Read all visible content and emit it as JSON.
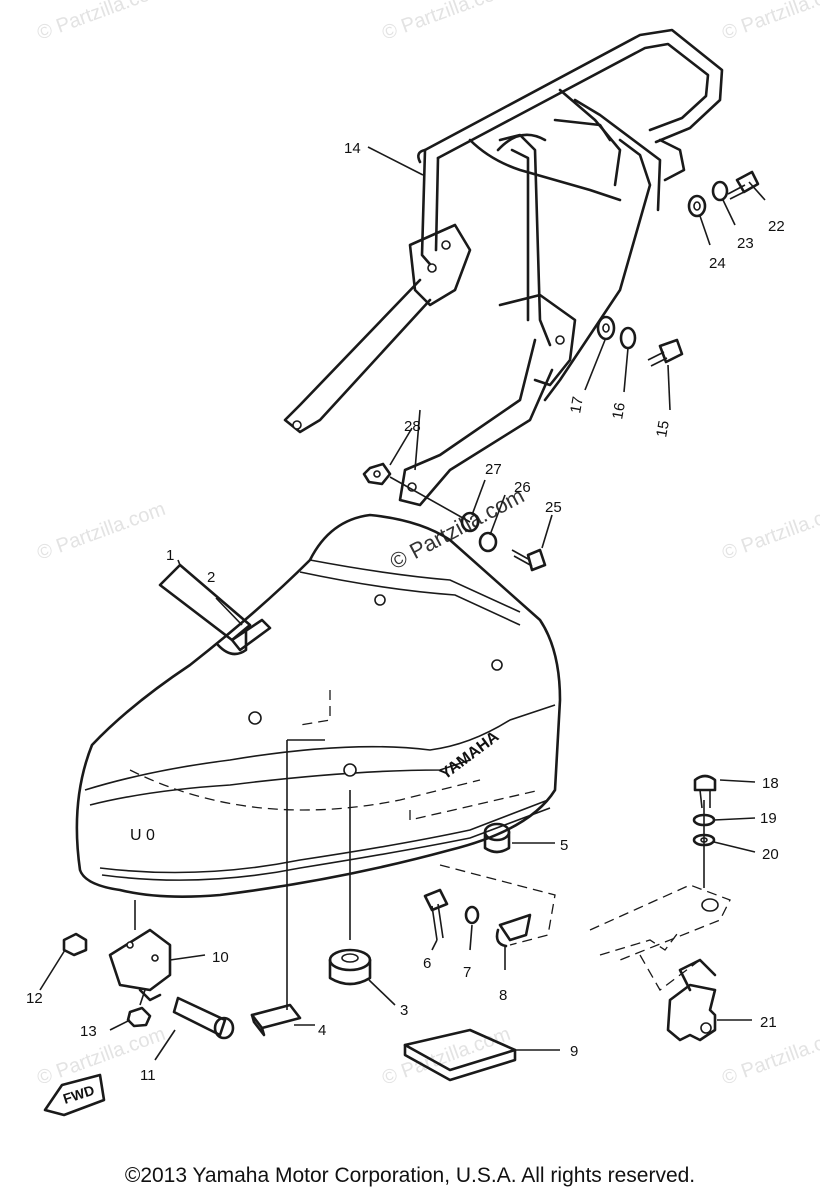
{
  "watermark": {
    "text": "© Partzilla.com",
    "center_text": "© Partzilla.com"
  },
  "callouts": [
    {
      "id": "1",
      "label": "1"
    },
    {
      "id": "2",
      "label": "2"
    },
    {
      "id": "3",
      "label": "3"
    },
    {
      "id": "4",
      "label": "4"
    },
    {
      "id": "5",
      "label": "5"
    },
    {
      "id": "6",
      "label": "6"
    },
    {
      "id": "7",
      "label": "7"
    },
    {
      "id": "8",
      "label": "8"
    },
    {
      "id": "9",
      "label": "9"
    },
    {
      "id": "10",
      "label": "10"
    },
    {
      "id": "11",
      "label": "11"
    },
    {
      "id": "12",
      "label": "12"
    },
    {
      "id": "13",
      "label": "13"
    },
    {
      "id": "14",
      "label": "14"
    },
    {
      "id": "15",
      "label": "15"
    },
    {
      "id": "16",
      "label": "16"
    },
    {
      "id": "17",
      "label": "17"
    },
    {
      "id": "18",
      "label": "18"
    },
    {
      "id": "19",
      "label": "19"
    },
    {
      "id": "20",
      "label": "20"
    },
    {
      "id": "21",
      "label": "21"
    },
    {
      "id": "22",
      "label": "22"
    },
    {
      "id": "23",
      "label": "23"
    },
    {
      "id": "24",
      "label": "24"
    },
    {
      "id": "25",
      "label": "25"
    },
    {
      "id": "26",
      "label": "26"
    },
    {
      "id": "27",
      "label": "27"
    },
    {
      "id": "28",
      "label": "28"
    }
  ],
  "seat_brand": "YAMAHA",
  "fwd_marker": "FWD",
  "copyright": "©2013 Yamaha Motor Corporation, U.S.A. All rights reserved."
}
